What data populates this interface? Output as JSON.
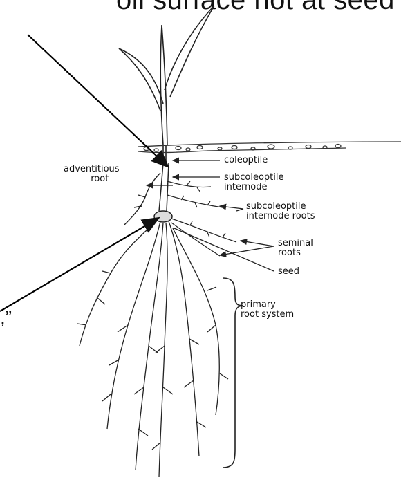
{
  "title": "oil surface not at seed",
  "side_quote": ",”",
  "labels": {
    "coleoptile": "coleoptile",
    "adventitious_line1": "adventitious",
    "adventitious_line2": "root",
    "subcoleoptile_internode_line1": "subcoleoptile",
    "subcoleoptile_internode_line2": "internode",
    "subcoleoptile_roots_line1": "subcoleoptile",
    "subcoleoptile_roots_line2": "internode roots",
    "seminal_line1": "seminal",
    "seminal_line2": "roots",
    "seed": "seed",
    "primary_line1": "primary",
    "primary_line2": "root system"
  }
}
